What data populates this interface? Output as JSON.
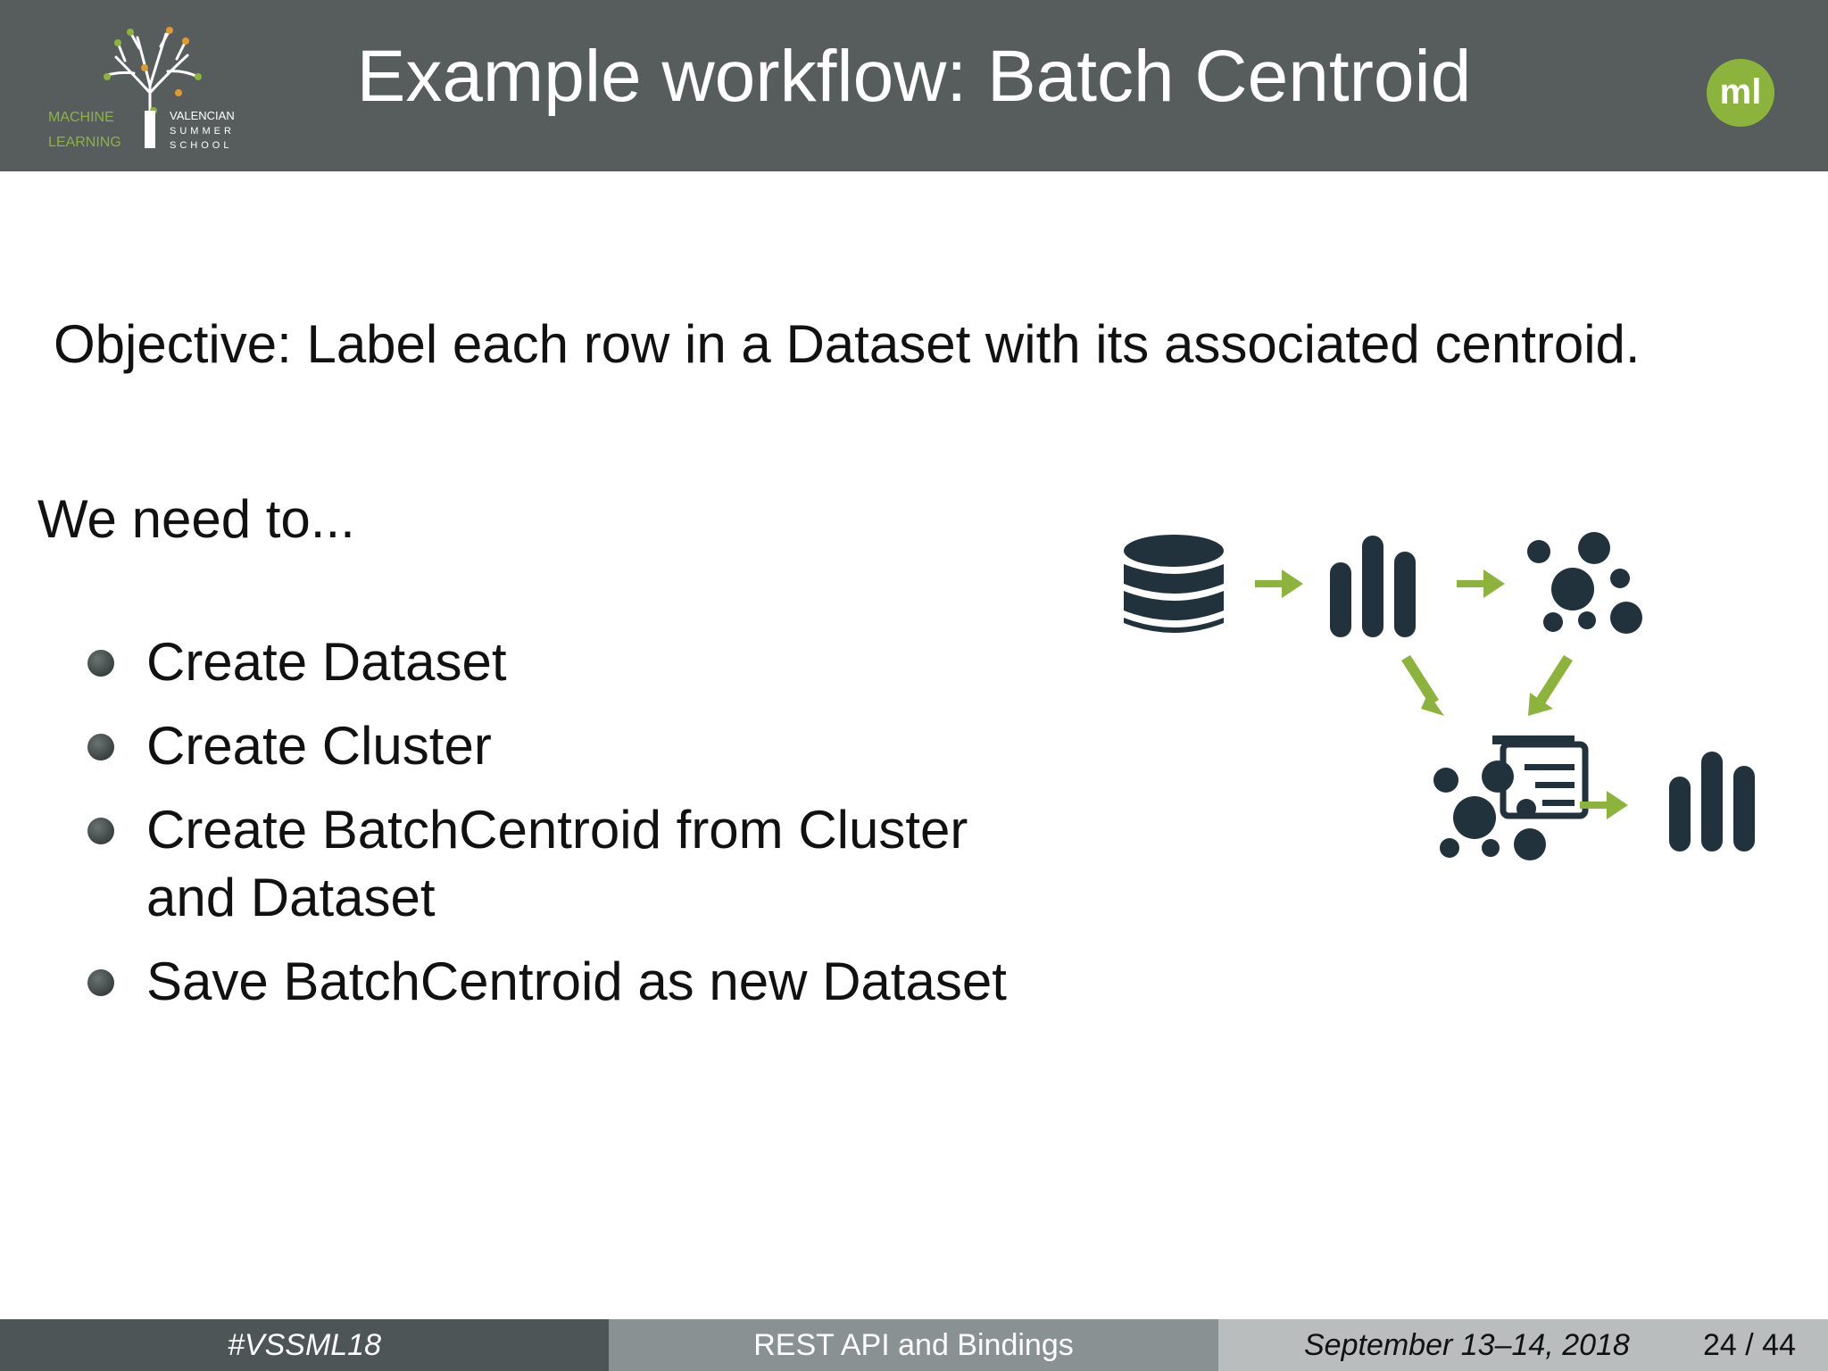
{
  "header": {
    "title": "Example workflow: Batch Centroid",
    "logo_text_left_1": "MACHINE",
    "logo_text_left_2": "LEARNING",
    "logo_text_right_1": "VALENCIAN",
    "logo_text_right_2": "SUMMER",
    "logo_text_right_3": "SCHOOL",
    "badge_text": "ml"
  },
  "body": {
    "objective": "Objective: Label each row in a Dataset with its associated centroid.",
    "intro": "We need to...",
    "bullets": [
      {
        "line1": "Create Dataset",
        "line2": ""
      },
      {
        "line1": "Create Cluster",
        "line2": ""
      },
      {
        "line1": "Create BatchCentroid from Cluster",
        "line2": "and Dataset"
      },
      {
        "line1": "Save BatchCentroid as new Dataset",
        "line2": ""
      }
    ]
  },
  "diagram": {
    "icons": [
      "database-icon",
      "dataset-bars-icon",
      "cluster-icon",
      "batch-centroid-icon",
      "new-dataset-bars-icon"
    ],
    "colors": {
      "icon": "#22323c",
      "arrow": "#8cb43c"
    }
  },
  "footer": {
    "hashtag": "#VSSML18",
    "section": "REST API and Bindings",
    "date": "September  13–14, 2018",
    "page": "24 / 44"
  },
  "colors": {
    "header_bg": "#575d5c",
    "badge": "#8cb43c"
  }
}
